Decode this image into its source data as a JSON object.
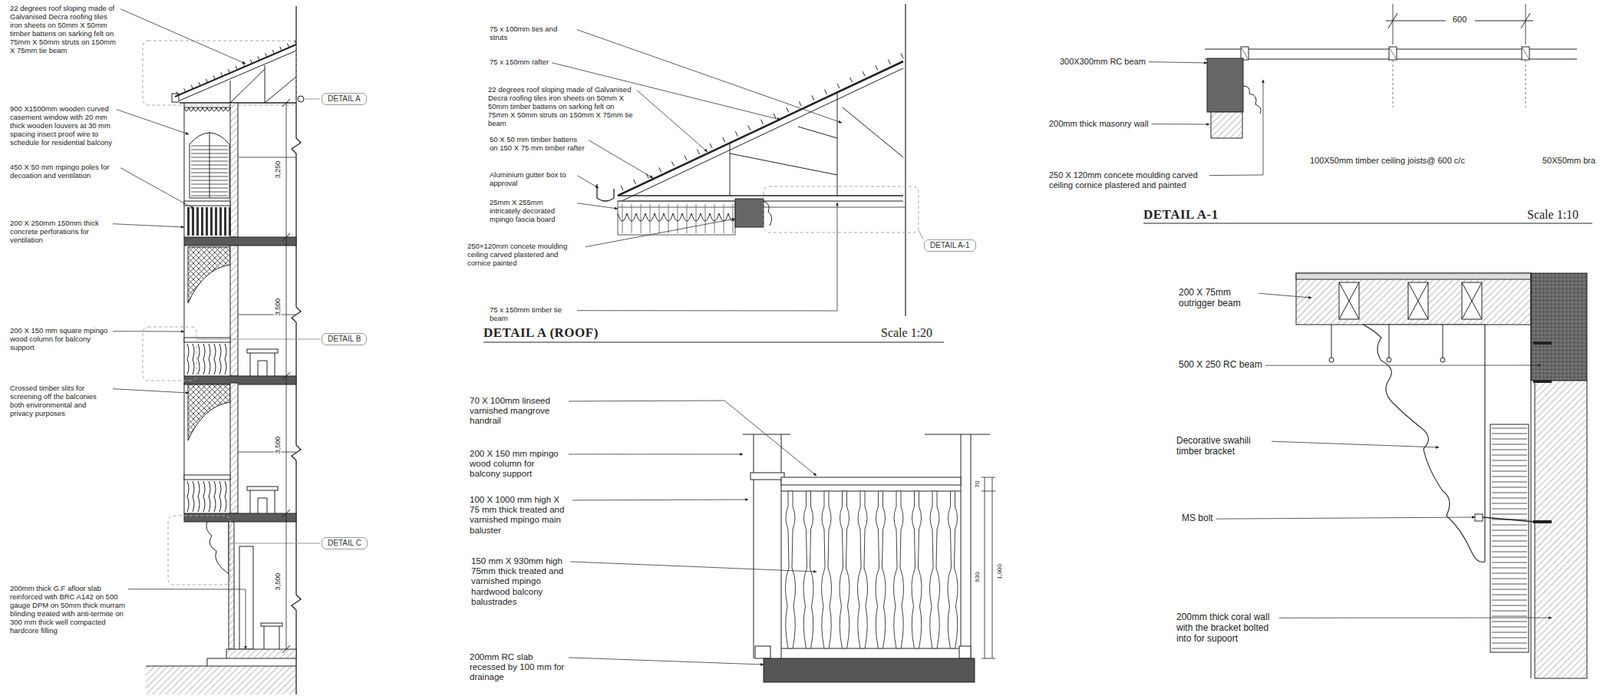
{
  "diagram": {
    "nodes": [
      {
        "text": [
          "DETAIL A"
        ]
      },
      {
        "text": [
          "DETAIL B"
        ]
      },
      {
        "text": [
          "DETAIL C"
        ]
      },
      {
        "text": [
          "DETAIL A-1"
        ]
      }
    ],
    "labels": [
      "22 degrees roof sloping made of Galvanised Decra roofing tiles iron sheets on 50mm X 50mm timber battens on sarking felt on 75mm X 50mm struts on 150mm X 75mm tie beam",
      "900 X1500mm wooden curved casement window with 20 mm thick wooden louvers at 30 mm spacing insect proof wire to schedule for residential balcony",
      "450 X 50 mm mpingo poles for decoation and ventilation",
      "200 X 250mm 150mm thick concrete perforations for ventilation",
      "200 X 150 mm square mpingo wood column for balcony support",
      "Crossed timber slits for screening off the balconies both environmental and privacy purposes",
      "200mm thick G.F afloor slab reinforced with BRC A142 on 500 gauge DPM on 50mm thick murram blinding treated with anti-termite on 300 mm thick well compacted hardcore filling",
      "3,250",
      "3,500",
      "3,500",
      "3,500",
      "75 x 100mm ties and struts",
      "75 x 150mm rafter",
      "22 degrees roof sloping made of Galvanised Decra roofing tiles iron sheets on 50mm X 50mm timber battens on sarking felt on 75mm X 50mm struts on 150mm X 75mm tie beam",
      "50 X 50 mm timber battens on 150 X 75 mm timber rafter",
      "Aluminium gutter box to approval",
      "25mm X 255mm intricately decorated mpingo fascia board",
      "250×120mm concete moulding ceiling carved plastered and cornice painted",
      "75 x 150mm timber tie beam",
      "DETAIL A (ROOF)",
      "Scale 1:20",
      "600",
      "300X300mm RC beam",
      "200mm thick masonry wall",
      "250 X 120mm concete moulding carved ceiling cornice plastered and painted",
      "100X50mm timber ceiling joists@ 600 c/c",
      "50X50mm bra",
      "DETAIL A-1",
      "Scale 1:10",
      "70 X 100mm linseed varnished mangrove handrail",
      "200 X 150 mm mpingo wood column for balcony support",
      "100 X 1000 mm high X 75 mm thick treated and varnished mpingo main baluster",
      "150 mm X 930mm high 75mm thick treated and varnished mpingo hardwood balcony balustrades",
      "200mm RC slab recessed by 100 mm for drainage",
      "70",
      "930",
      "1,000",
      "200 X 75mm outrigger beam",
      "500 X 250 RC beam",
      "Decorative swahili timber bracket",
      "MS bolt",
      "200mm thick coral wall with the bracket bolted into for supoort"
    ]
  }
}
